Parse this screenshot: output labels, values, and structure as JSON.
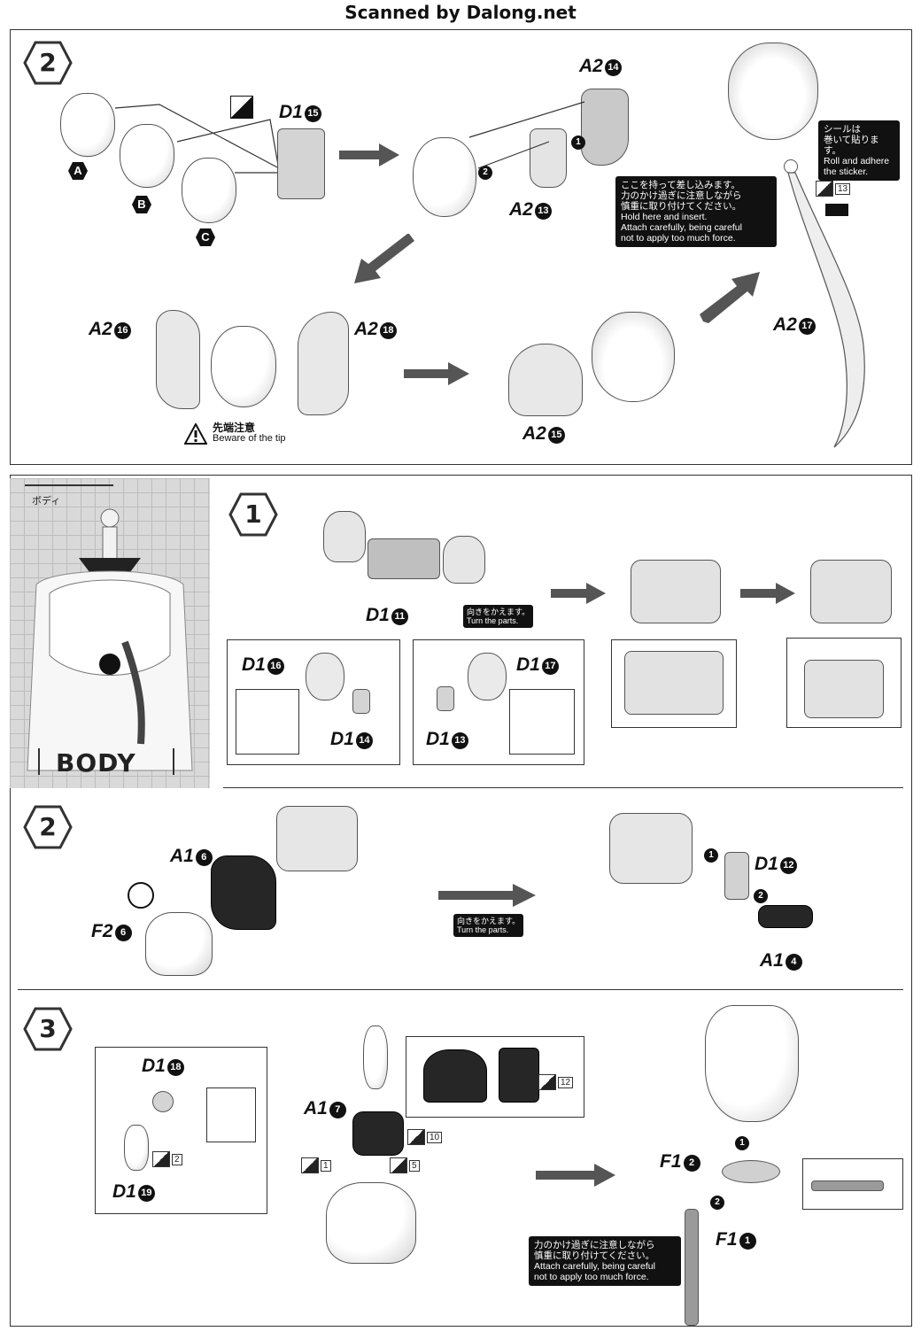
{
  "header": {
    "scan_credit": "Scanned by Dalong.net"
  },
  "head_section": {
    "step": "2",
    "face_variants": [
      "A",
      "B",
      "C"
    ],
    "parts": {
      "d1_15": {
        "prefix": "D1",
        "num": "15"
      },
      "a2_14": {
        "prefix": "A2",
        "num": "14"
      },
      "a2_13": {
        "prefix": "A2",
        "num": "13"
      },
      "a2_16": {
        "prefix": "A2",
        "num": "16"
      },
      "a2_18": {
        "prefix": "A2",
        "num": "18"
      },
      "a2_15": {
        "prefix": "A2",
        "num": "15"
      },
      "a2_17": {
        "prefix": "A2",
        "num": "17"
      }
    },
    "order_marks": [
      "1",
      "2"
    ],
    "sticker_note": {
      "jp": "シールは\n巻いて貼ります。",
      "en": "Roll and adhere\nthe sticker."
    },
    "sticker_num": "13",
    "hold_note": {
      "jp": "ここを持って差し込みます。\n力のかけ過ぎに注意しながら\n慎重に取り付けてください。",
      "en": "Hold here and insert.\nAttach carefully, being careful\nnot to apply too much force."
    },
    "warning": {
      "jp": "先端注意",
      "en": "Beware of the tip"
    }
  },
  "body_section": {
    "side_title_jp": "ボディ",
    "side_title_en": "BODY",
    "step1": {
      "step": "1",
      "parts": {
        "d1_11": {
          "prefix": "D1",
          "num": "11"
        },
        "d1_16": {
          "prefix": "D1",
          "num": "16"
        },
        "d1_14": {
          "prefix": "D1",
          "num": "14"
        },
        "d1_17": {
          "prefix": "D1",
          "num": "17"
        },
        "d1_13": {
          "prefix": "D1",
          "num": "13"
        }
      },
      "turn_note": {
        "jp": "向きをかえます。",
        "en": "Turn the parts."
      }
    },
    "step2": {
      "step": "2",
      "parts": {
        "a1_6": {
          "prefix": "A1",
          "num": "6"
        },
        "f2_6": {
          "prefix": "F2",
          "num": "6"
        },
        "d1_12": {
          "prefix": "D1",
          "num": "12"
        },
        "a1_4": {
          "prefix": "A1",
          "num": "4"
        }
      },
      "order_marks": [
        "1",
        "2"
      ],
      "turn_note": {
        "jp": "向きをかえます。",
        "en": "Turn the parts."
      }
    },
    "step3": {
      "step": "3",
      "parts": {
        "d1_18": {
          "prefix": "D1",
          "num": "18"
        },
        "d1_19": {
          "prefix": "D1",
          "num": "19"
        },
        "a1_7": {
          "prefix": "A1",
          "num": "7"
        },
        "f1_2": {
          "prefix": "F1",
          "num": "2"
        },
        "f1_1": {
          "prefix": "F1",
          "num": "1"
        }
      },
      "stickers": [
        "2",
        "12",
        "10",
        "1",
        "5"
      ],
      "order_marks": [
        "1",
        "2"
      ],
      "force_note": {
        "jp": "力のかけ過ぎに注意しながら\n慎重に取り付けてください。",
        "en": "Attach carefully, being careful\nnot to apply too much force."
      }
    }
  }
}
